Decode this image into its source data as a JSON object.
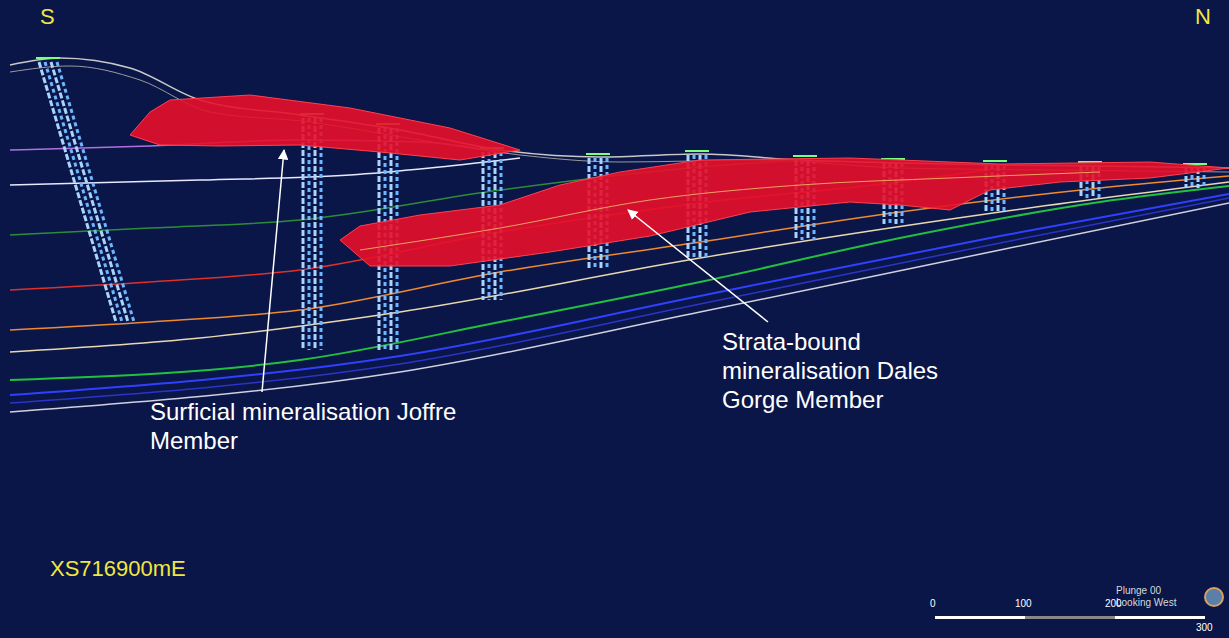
{
  "diagram": {
    "labels": [
      "S",
      "N",
      "Surficial mineralisation Joffre Member",
      "Strata-bound mineralisation Dales Gorge Member",
      "XS716900mE",
      "Plunge 00 Looking West",
      "0",
      "100",
      "200",
      "300"
    ]
  }
}
